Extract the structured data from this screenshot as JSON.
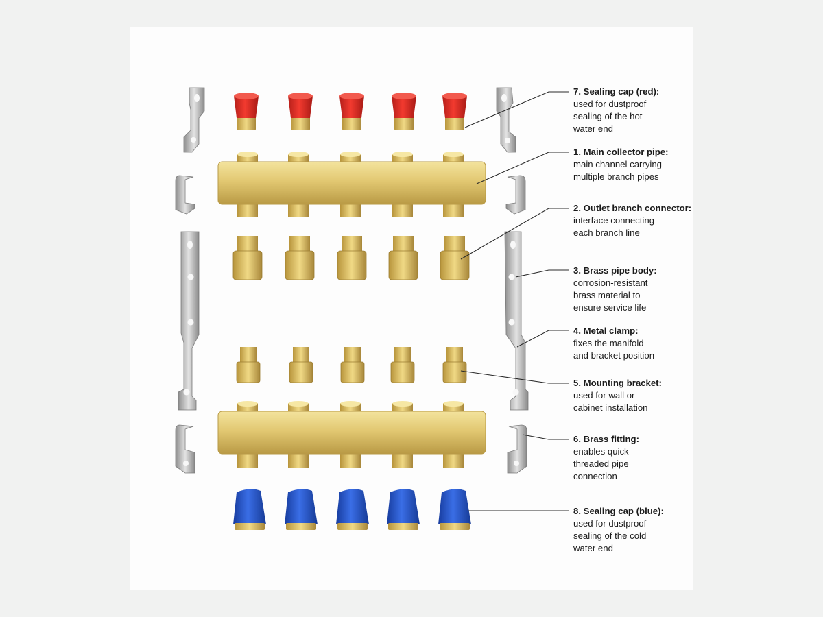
{
  "colors": {
    "brass": "#d9bd62",
    "red_cap": "#e02b25",
    "blue_cap": "#2453c8",
    "steel": "#b9b9b9",
    "text": "#1b1b1b"
  },
  "callouts": [
    {
      "id": "7",
      "title": "7. Sealing cap (red):",
      "desc": "used for dustproof\nsealing of the hot\nwater end"
    },
    {
      "id": "1",
      "title": "1. Main collector pipe:",
      "desc": "main channel carrying\nmultiple branch pipes"
    },
    {
      "id": "2",
      "title": "2. Outlet branch connector:",
      "desc": "interface connecting\neach branch line"
    },
    {
      "id": "3",
      "title": "3. Brass pipe body:",
      "desc": "corrosion-resistant\nbrass material to\nensure service life"
    },
    {
      "id": "4",
      "title": "4. Metal clamp:",
      "desc": "fixes the manifold\nand bracket position"
    },
    {
      "id": "5",
      "title": "5. Mounting bracket:",
      "desc": "used for wall or\ncabinet installation"
    },
    {
      "id": "6",
      "title": "6. Brass fitting:",
      "desc": "enables quick\nthreaded pipe\nconnection"
    },
    {
      "id": "8",
      "title": "8. Sealing cap (blue):",
      "desc": "used for dustproof\nsealing of the cold\nwater end"
    }
  ]
}
